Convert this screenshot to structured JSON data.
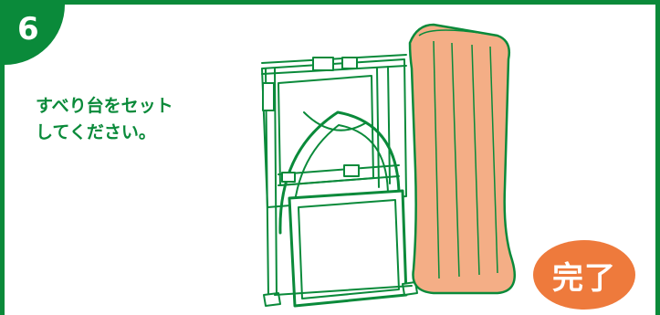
{
  "step": {
    "number": "6"
  },
  "instruction": {
    "line1": "すべり台をセット",
    "line2": "してください。"
  },
  "done_label": "完了",
  "illustration": {
    "subject": "slide-on-frame",
    "colors": {
      "frame_line": "#0a8a3a",
      "slide_fill": "#f4ae86",
      "badge": "#ee7a3c"
    }
  }
}
